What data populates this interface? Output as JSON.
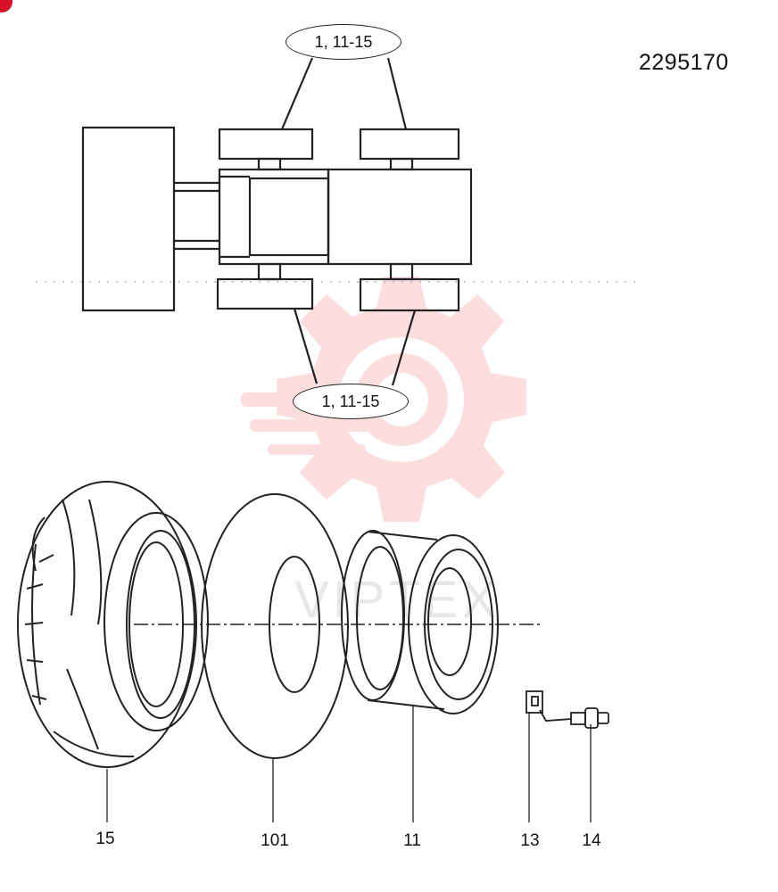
{
  "drawing_number": "2295170",
  "callouts": {
    "top": "1, 11-15",
    "bottom": "1, 11-15"
  },
  "parts": [
    {
      "number": "15",
      "description": "tyre"
    },
    {
      "number": "101",
      "description": "tube"
    },
    {
      "number": "11",
      "description": "rim"
    },
    {
      "number": "13",
      "description": "valve part"
    },
    {
      "number": "14",
      "description": "valve"
    }
  ],
  "watermark": "VIPTEX",
  "colors": {
    "line": "#222222",
    "watermark": "#f26b72",
    "badge": "#d8102a"
  }
}
